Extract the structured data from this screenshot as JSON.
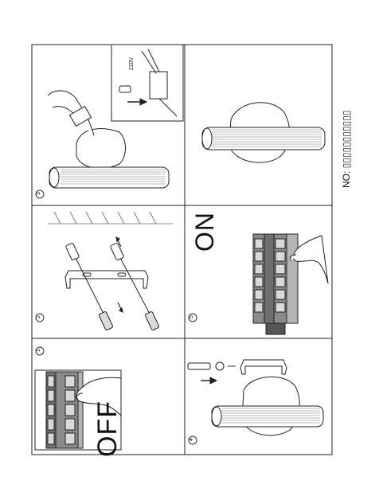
{
  "steps": [
    "1",
    "2",
    "3",
    "4",
    "5"
  ],
  "labels": {
    "off": "OFF",
    "on": "ON",
    "voltage": "220V",
    "note": "NO: ▯▯▯▯▯▯▯▯▯▯▯"
  },
  "icons": [
    "circuit-breaker-icon",
    "hand-icon",
    "mounting-bracket-icon",
    "screw-icon",
    "wall-plug-icon",
    "drill-icon",
    "wall-lamp-icon",
    "terminal-block-icon",
    "arrow-icon"
  ]
}
